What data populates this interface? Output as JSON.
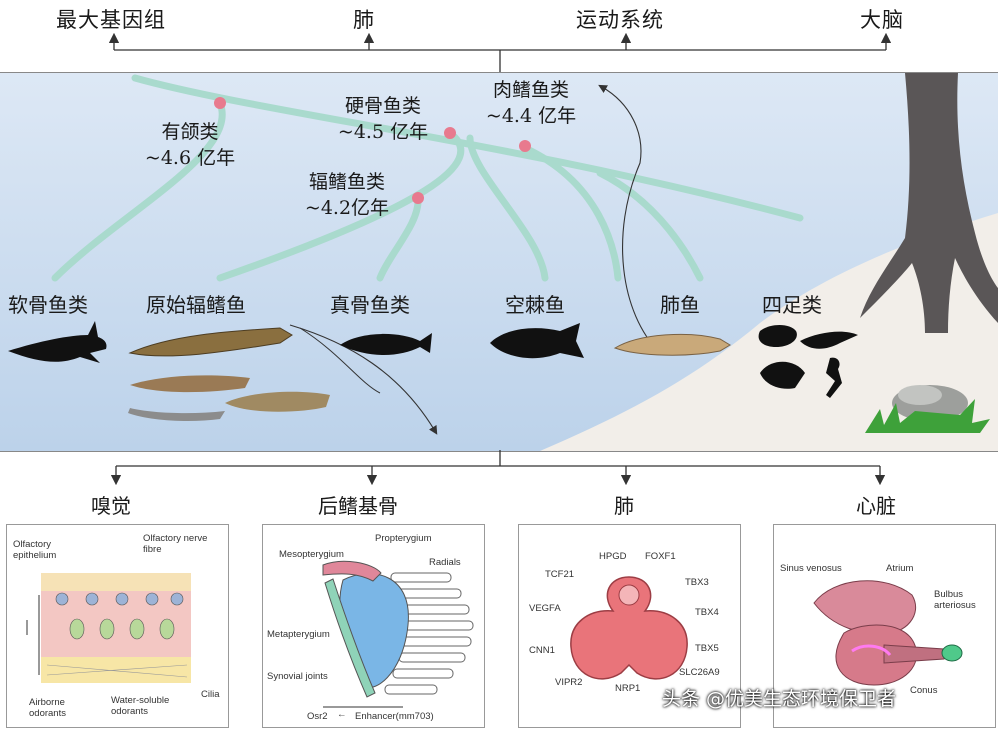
{
  "top_labels": [
    "最大基因组",
    "肺",
    "运动系统",
    "大脑"
  ],
  "tree": {
    "gnathostomes": {
      "name": "有颌类",
      "age": "~4.6 亿年"
    },
    "osteichthyes": {
      "name": "硬骨鱼类",
      "age": "~4.5 亿年"
    },
    "sarcopterygii": {
      "name": "肉鳍鱼类",
      "age": "~4.4 亿年"
    },
    "actinopterygii": {
      "name": "辐鳍鱼类",
      "age": "~4.2亿年"
    }
  },
  "groups": [
    "软骨鱼类",
    "原始辐鳍鱼",
    "真骨鱼类",
    "空棘鱼",
    "肺鱼",
    "四足类"
  ],
  "bottom": {
    "smell": {
      "title": "嗅觉",
      "labels": {
        "olfactory_epithelium": "Olfactory epithelium",
        "olfactory_nerve": "Olfactory nerve fibre",
        "airborne": "Airborne odorants",
        "water_soluble": "Water-soluble odorants",
        "cilia": "Cilia"
      }
    },
    "fin": {
      "title": "后鳍基骨",
      "labels": {
        "propterygium": "Propterygium",
        "mesopterygium": "Mesopterygium",
        "radials": "Radials",
        "metapterygium": "Metapterygium",
        "synovial": "Synovial joints",
        "osr2": "Osr2",
        "arrow": "←",
        "enhancer": "Enhancer(mm703)"
      }
    },
    "lung": {
      "title": "肺",
      "genes": [
        "HPGD",
        "FOXF1",
        "TCF21",
        "TBX3",
        "VEGFA",
        "TBX4",
        "CNN1",
        "TBX5",
        "SLC26A9",
        "VIPR2",
        "NRP1"
      ]
    },
    "heart": {
      "title": "心脏",
      "labels": {
        "sinus": "Sinus venosus",
        "atrium": "Atrium",
        "bulbus": "Bulbus arteriosus",
        "conus": "Conus"
      }
    }
  },
  "watermark": "头条 @优美生态环境保卫者",
  "colors": {
    "water": "#c9dbef",
    "branch": "#a9dacd",
    "sand": "#f1ede7",
    "node": "#e87a8e",
    "tree_trunk": "#5a5657",
    "lung_fill": "#e9747a"
  }
}
